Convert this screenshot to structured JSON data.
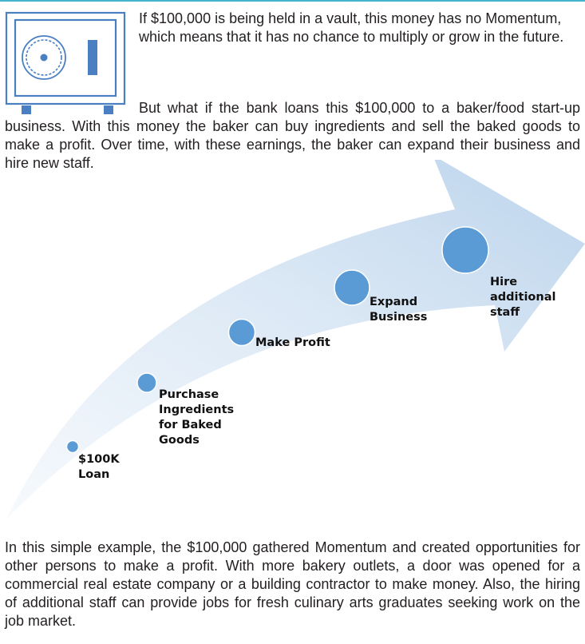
{
  "intro": {
    "paragraph_1": "If $100,000 is being held in a vault, this money has no Momentum, which means that it has no chance to multiply or grow in the future.",
    "paragraph_2": "But what if the bank loans this $100,000 to a baker/food start-up business. With this money the baker can buy ingredients and sell the baked goods to make a profit. Over time, with these earnings, the baker can expand their business and hire new staff."
  },
  "safe_icon": {
    "name": "vault-safe-icon",
    "color": "#4a7fc1"
  },
  "growth_arrow": {
    "colors": {
      "arrow_light": "#eef4fb",
      "arrow_mid": "#cfe0f1",
      "circle": "#5b9bd5"
    },
    "steps": [
      {
        "label_lines": [
          "$100K",
          "Loan"
        ]
      },
      {
        "label_lines": [
          "Purchase",
          "Ingredients",
          "for Baked",
          "Goods"
        ]
      },
      {
        "label_lines": [
          "Make Profit"
        ]
      },
      {
        "label_lines": [
          "Expand",
          "Business"
        ]
      },
      {
        "label_lines": [
          "Hire",
          "additional",
          "staff"
        ]
      }
    ]
  },
  "conclusion": {
    "paragraph_3": "In this simple example, the $100,000 gathered Momentum and created opportunities for other persons to make a profit. With more bakery outlets, a door was opened for a commercial real estate company or a building contractor to make money.  Also, the hiring of additional staff can provide jobs for fresh culinary arts graduates seeking work on the job market."
  }
}
